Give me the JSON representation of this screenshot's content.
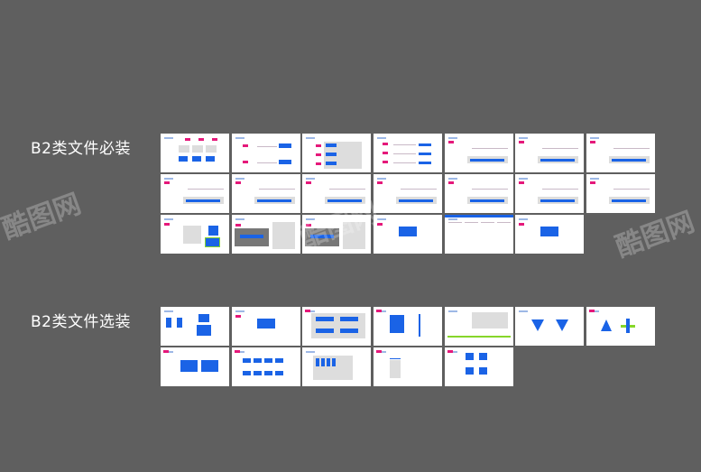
{
  "sections": [
    {
      "title": "B2类文件必装",
      "rows": [
        [
          "sign-layout-grid",
          "sign-pairs",
          "sign-triples",
          "sign-triples-wide",
          "sign-bar",
          "sign-bar",
          "sign-bar"
        ],
        [
          "sign-bar",
          "sign-bar",
          "sign-bar",
          "sign-bar",
          "sign-bar",
          "sign-bar",
          "sign-bar"
        ],
        [
          "sign-boxes",
          "sign-gray-panel",
          "sign-gray-panel",
          "sign-single",
          "sign-table",
          "sign-single"
        ]
      ]
    },
    {
      "title": "B2类文件选装",
      "rows": [
        [
          "sign-set",
          "sign-single",
          "sign-gray-buttons",
          "sign-book",
          "sign-strip",
          "sign-triangles",
          "sign-arrows"
        ],
        [
          "sign-double",
          "sign-parallelograms",
          "sign-gray-columns",
          "sign-list",
          "sign-icons"
        ]
      ]
    }
  ],
  "watermark": {
    "brand": "酷图网",
    "url": "www.ikutu.com"
  },
  "colors": {
    "background": "#5f5f5f",
    "accent": "#1a63e6",
    "tag": "#e5187a",
    "green": "#86d62a"
  }
}
